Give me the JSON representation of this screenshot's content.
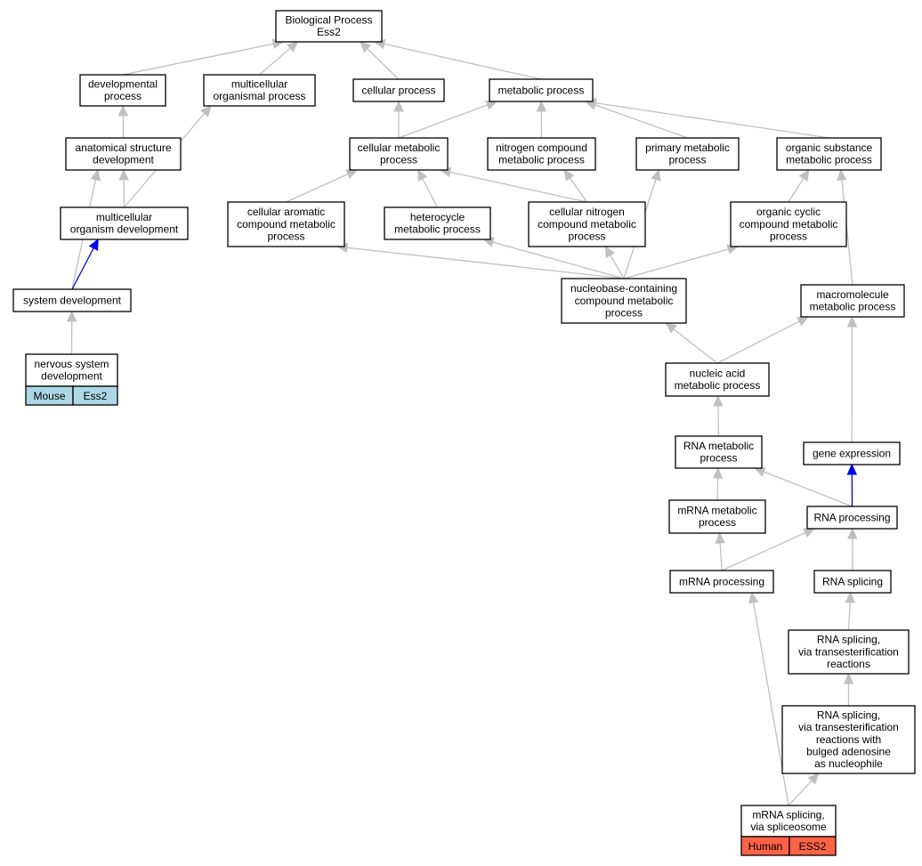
{
  "graph": {
    "colors": {
      "edge": "#c0c0c0",
      "edge_highlight": "#0000ee",
      "mouse": "#add8e6",
      "human": "#ff6347",
      "node_border": "#000000",
      "node_fill": "#ffffff"
    },
    "nodes": [
      {
        "id": "bp",
        "lines": [
          "Biological Process",
          "Ess2"
        ]
      },
      {
        "id": "dev",
        "lines": [
          "developmental",
          "process"
        ]
      },
      {
        "id": "mcop",
        "lines": [
          "multicellular",
          "organismal process"
        ]
      },
      {
        "id": "cp",
        "lines": [
          "cellular process"
        ]
      },
      {
        "id": "mp",
        "lines": [
          "metabolic process"
        ]
      },
      {
        "id": "asd",
        "lines": [
          "anatomical structure",
          "development"
        ]
      },
      {
        "id": "cmp",
        "lines": [
          "cellular metabolic",
          "process"
        ]
      },
      {
        "id": "ncmp",
        "lines": [
          "nitrogen compound",
          "metabolic process"
        ]
      },
      {
        "id": "pmp",
        "lines": [
          "primary metabolic",
          "process"
        ]
      },
      {
        "id": "osmp",
        "lines": [
          "organic substance",
          "metabolic process"
        ]
      },
      {
        "id": "mod",
        "lines": [
          "multicellular",
          "organism development"
        ]
      },
      {
        "id": "cacmp",
        "lines": [
          "cellular aromatic",
          "compound metabolic",
          "process"
        ]
      },
      {
        "id": "hmp",
        "lines": [
          "heterocycle",
          "metabolic process"
        ]
      },
      {
        "id": "cncmp",
        "lines": [
          "cellular nitrogen",
          "compound metabolic",
          "process"
        ]
      },
      {
        "id": "occmp",
        "lines": [
          "organic cyclic",
          "compound metabolic",
          "process"
        ]
      },
      {
        "id": "sd",
        "lines": [
          "system development"
        ]
      },
      {
        "id": "nbc",
        "lines": [
          "nucleobase-containing",
          "compound metabolic",
          "process"
        ]
      },
      {
        "id": "mmp",
        "lines": [
          "macromolecule",
          "metabolic process"
        ]
      },
      {
        "id": "nsd",
        "lines": [
          "nervous system",
          "development"
        ],
        "annotation": {
          "organism": "Mouse",
          "gene": "Ess2"
        }
      },
      {
        "id": "namp",
        "lines": [
          "nucleic acid",
          "metabolic process"
        ]
      },
      {
        "id": "rmp",
        "lines": [
          "RNA metabolic",
          "process"
        ]
      },
      {
        "id": "ge",
        "lines": [
          "gene expression"
        ]
      },
      {
        "id": "mrmp",
        "lines": [
          "mRNA metabolic",
          "process"
        ]
      },
      {
        "id": "rp",
        "lines": [
          "RNA processing"
        ]
      },
      {
        "id": "mrp",
        "lines": [
          "mRNA processing"
        ]
      },
      {
        "id": "rs",
        "lines": [
          "RNA splicing"
        ]
      },
      {
        "id": "rst",
        "lines": [
          "RNA splicing,",
          "via transesterification",
          "reactions"
        ]
      },
      {
        "id": "rstb",
        "lines": [
          "RNA splicing,",
          "via transesterification",
          "reactions with",
          "bulged adenosine",
          "as nucleophile"
        ]
      },
      {
        "id": "mrs",
        "lines": [
          "mRNA splicing,",
          "via spliceosome"
        ],
        "annotation": {
          "organism": "Human",
          "gene": "ESS2"
        }
      }
    ],
    "edges": [
      {
        "from": "dev",
        "to": "bp"
      },
      {
        "from": "mcop",
        "to": "bp"
      },
      {
        "from": "cp",
        "to": "bp"
      },
      {
        "from": "mp",
        "to": "bp"
      },
      {
        "from": "asd",
        "to": "dev"
      },
      {
        "from": "mod",
        "to": "asd"
      },
      {
        "from": "mod",
        "to": "mcop"
      },
      {
        "from": "sd",
        "to": "asd"
      },
      {
        "from": "sd",
        "to": "mod",
        "highlight": true
      },
      {
        "from": "nsd",
        "to": "sd"
      },
      {
        "from": "cmp",
        "to": "cp"
      },
      {
        "from": "cmp",
        "to": "mp"
      },
      {
        "from": "ncmp",
        "to": "mp"
      },
      {
        "from": "pmp",
        "to": "mp"
      },
      {
        "from": "osmp",
        "to": "mp"
      },
      {
        "from": "cacmp",
        "to": "cmp"
      },
      {
        "from": "hmp",
        "to": "cmp"
      },
      {
        "from": "cncmp",
        "to": "cmp"
      },
      {
        "from": "cncmp",
        "to": "ncmp"
      },
      {
        "from": "occmp",
        "to": "osmp"
      },
      {
        "from": "nbc",
        "to": "cacmp"
      },
      {
        "from": "nbc",
        "to": "hmp"
      },
      {
        "from": "nbc",
        "to": "cncmp"
      },
      {
        "from": "nbc",
        "to": "pmp"
      },
      {
        "from": "nbc",
        "to": "occmp"
      },
      {
        "from": "mmp",
        "to": "osmp"
      },
      {
        "from": "namp",
        "to": "nbc"
      },
      {
        "from": "namp",
        "to": "mmp"
      },
      {
        "from": "rmp",
        "to": "namp"
      },
      {
        "from": "ge",
        "to": "mmp"
      },
      {
        "from": "mrmp",
        "to": "rmp"
      },
      {
        "from": "rp",
        "to": "rmp"
      },
      {
        "from": "rp",
        "to": "ge",
        "highlight": true
      },
      {
        "from": "mrp",
        "to": "mrmp"
      },
      {
        "from": "mrp",
        "to": "rp"
      },
      {
        "from": "rs",
        "to": "rp"
      },
      {
        "from": "rst",
        "to": "rs"
      },
      {
        "from": "rstb",
        "to": "rst"
      },
      {
        "from": "mrs",
        "to": "rstb"
      },
      {
        "from": "mrs",
        "to": "mrp"
      }
    ]
  }
}
